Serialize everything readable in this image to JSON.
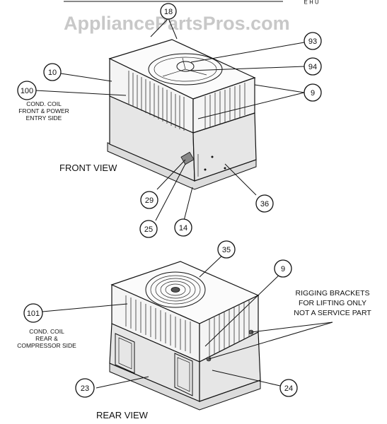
{
  "watermark": "AppliancePartsPros.com",
  "views": {
    "front": "FRONT VIEW",
    "rear": "REAR VIEW"
  },
  "labels": {
    "cond_coil_front_1": "COND. COIL",
    "cond_coil_front_2": "FRONT & POWER",
    "cond_coil_front_3": "ENTRY SIDE",
    "cond_coil_rear_1": "COND. COIL",
    "cond_coil_rear_2": "REAR &",
    "cond_coil_rear_3": "COMPRESSOR SIDE",
    "rigging_1": "RIGGING BRACKETS",
    "rigging_2": "FOR LIFTING ONLY",
    "rigging_3": "NOT A SERVICE PART"
  },
  "callouts": {
    "c18": "18",
    "c93": "93",
    "c94": "94",
    "c10": "10",
    "c100": "100",
    "c9_front": "9",
    "c29": "29",
    "c36": "36",
    "c25": "25",
    "c14": "14",
    "c35": "35",
    "c9_rear": "9",
    "c101": "101",
    "c23": "23",
    "c24": "24"
  }
}
